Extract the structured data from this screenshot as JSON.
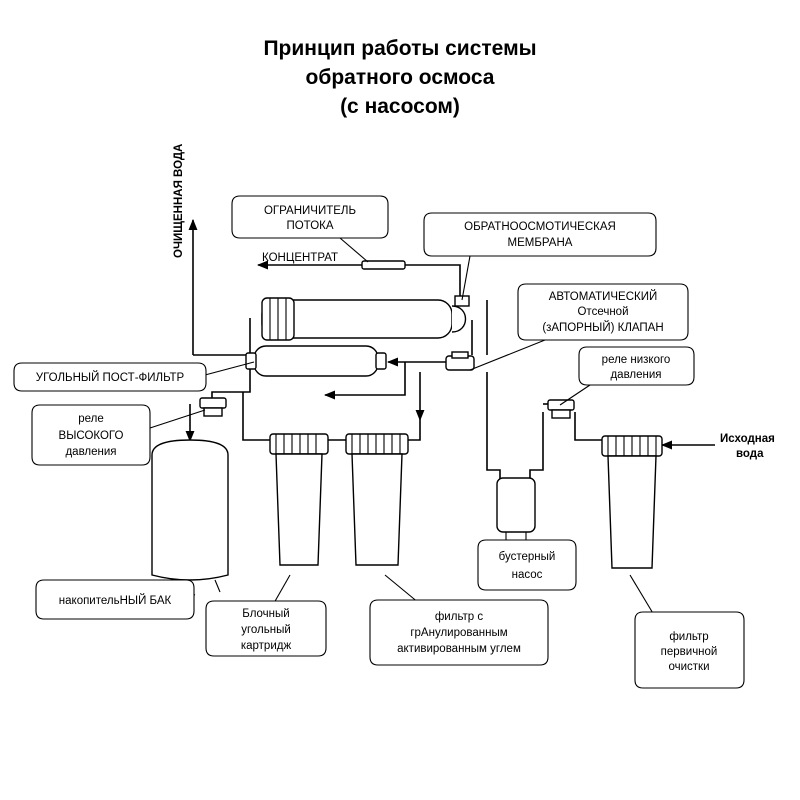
{
  "title": {
    "line1": "Принцип работы системы",
    "line2": "обратного осмоса",
    "line3": "(с насосом)"
  },
  "labels": {
    "clean_water": "ОЧИЩЕННАЯ ВОДА",
    "flow_limiter_1": "ОГРАНИЧИТЕЛЬ",
    "flow_limiter_2": "ПОТОКА",
    "concentrate": "КОНЦЕНТРАТ",
    "membrane_1": "ОБРАТНООСМОТИЧЕСКАЯ",
    "membrane_2": "МЕМБРАНА",
    "auto_valve_1": "АВТОМАТИЧЕСКИЙ",
    "auto_valve_2": "Отсечной",
    "auto_valve_3": "(зАПОРНЫЙ) КЛАПАН",
    "carbon_post": "УГОЛЬНЫЙ ПОСТ-ФИЛЬТР",
    "low_relay_1": "реле низкого",
    "low_relay_2": "давления",
    "high_relay_1": "реле",
    "high_relay_2": "ВЫСОКОГО",
    "high_relay_3": "давления",
    "source_water_1": "Исходная",
    "source_water_2": "вода",
    "booster_1": "бустерный",
    "booster_2": "насос",
    "tank": "накопительНЫЙ БАК",
    "block_carbon_1": "Блочный",
    "block_carbon_2": "угольный",
    "block_carbon_3": "картридж",
    "granular_1": "фильтр с",
    "granular_2": "грАнулированным",
    "granular_3": "активированным углем",
    "prefilter_1": "фильтр",
    "prefilter_2": "первичной",
    "prefilter_3": "очистки"
  }
}
